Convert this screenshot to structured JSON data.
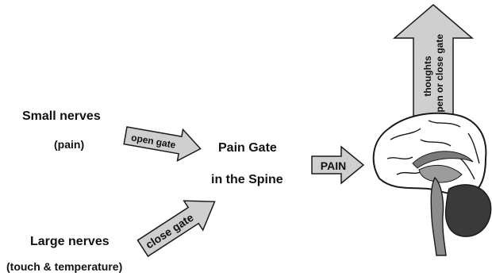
{
  "labels": {
    "small_nerves_title": "Small nerves",
    "small_nerves_sub": "(pain)",
    "large_nerves_title": "Large nerves",
    "large_nerves_sub": "(touch & temperature)",
    "pain_gate_line1": "Pain Gate",
    "pain_gate_line2": "in the Spine"
  },
  "arrows": {
    "open_gate": "open gate",
    "close_gate": "close gate",
    "pain": "PAIN",
    "thoughts_line1": "thoughts",
    "thoughts_line2": "open or close gate"
  },
  "colors": {
    "arrow_fill": "#cfcfcf",
    "arrow_stroke": "#1a1a1a",
    "brain_cerebellum": "#3a3a3a",
    "brain_stem": "#8c8c8c",
    "brain_inner": "#7a7a7a"
  }
}
